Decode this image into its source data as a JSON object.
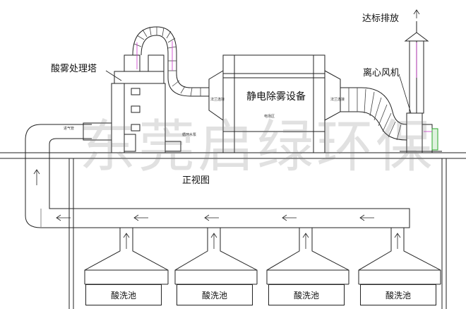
{
  "labels": {
    "discharge": "达标排放",
    "tower": "酸雾处理塔",
    "esp": "静电除雾设备",
    "fan": "离心风机",
    "front_view": "正视图",
    "esp_small": "电场区",
    "duct_in": "进气管",
    "pump": "循环水泵",
    "flange_left": "法兰连接",
    "flange_right": "法兰连接"
  },
  "watermark": "东莞启绿环保",
  "pools": [
    "酸洗池",
    "酸洗池",
    "酸洗池",
    "酸洗池"
  ],
  "colors": {
    "line": "#222222",
    "accent": "#cc33cc",
    "fan_green": "#2aa52a"
  }
}
